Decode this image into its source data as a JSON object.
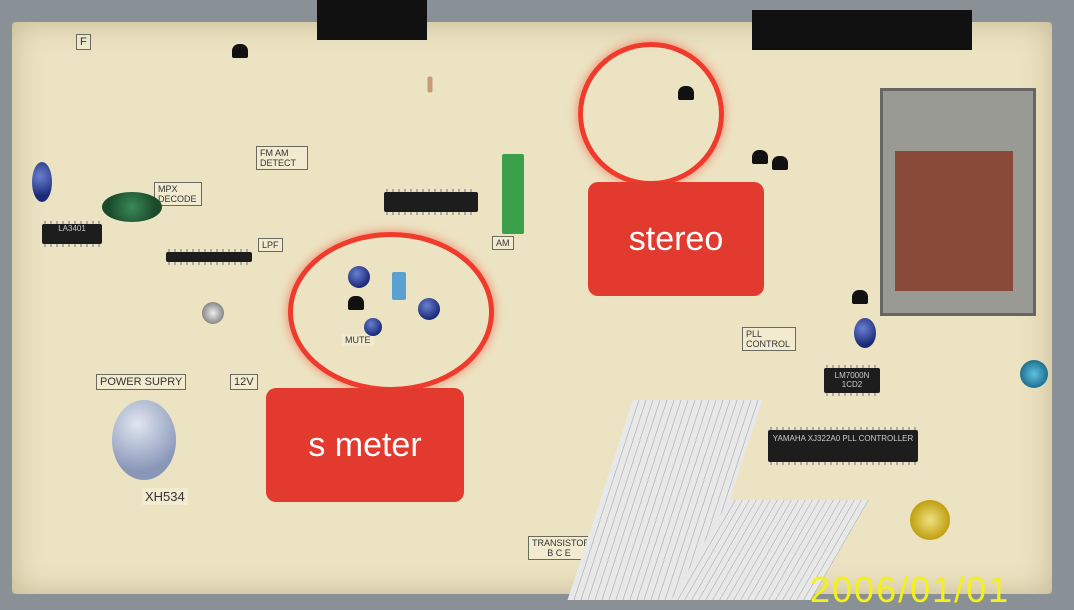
{
  "annotations": {
    "stereo": "stereo",
    "s_meter": "s meter"
  },
  "silkscreen": {
    "power_supply": "POWER SUPRY",
    "pll_control": "PLL CONTROL",
    "fm_am_detect": "FM AM DETECT",
    "lpf": "LPF",
    "mpx_decode": "MPX DECODE",
    "am": "AM",
    "mute": "MUTE",
    "transistor": "TRANSISTOR B C E",
    "model": "XH534",
    "v12": "12V",
    "chip_pll": "YAMAHA XJ322A0 PLL CONTROLLER",
    "chip_lm": "LM7000N 1CD2",
    "chip_la": "LA3401",
    "f_mark": "F"
  },
  "date_stamp": "2006/01/01",
  "colors": {
    "annotation": "#e23a2e",
    "date": "#f4f01a",
    "board": "#ece3c2"
  }
}
